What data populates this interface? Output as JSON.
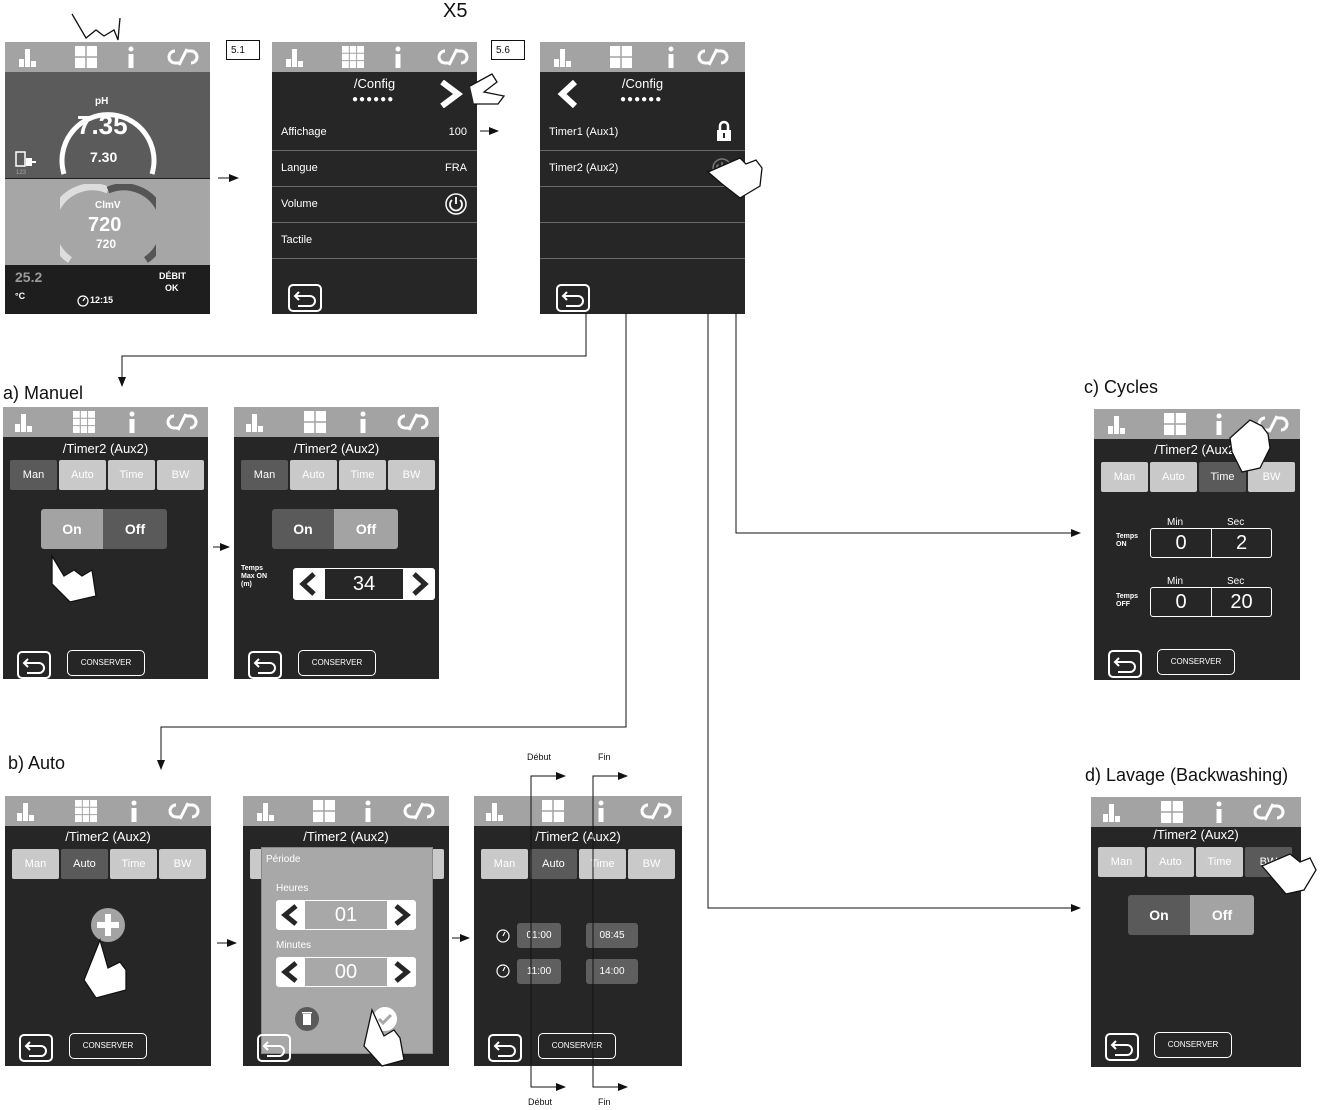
{
  "header": {
    "x5_label": "X5",
    "box_51": "5.1",
    "box_56": "5.6"
  },
  "main_screen": {
    "ph_label": "pH",
    "ph_value": "7.35",
    "ph_target": "7.30",
    "pump_count": "123",
    "clmv_label": "ClmV",
    "clmv_value": "720",
    "clmv_target": "720",
    "temp_value": "25.2",
    "temp_unit": "°C",
    "flow_label_1": "DÉBIT",
    "flow_label_2": "OK",
    "time": "12:15"
  },
  "config1": {
    "title": "/Config",
    "rows": [
      {
        "key": "Affichage",
        "val": "100"
      },
      {
        "key": "Langue",
        "val": "FRA"
      },
      {
        "key": "Volume",
        "val": ""
      },
      {
        "key": "Tactile",
        "val": ""
      }
    ]
  },
  "config2": {
    "title": "/Config",
    "rows": [
      {
        "key": "Timer1 (Aux1)"
      },
      {
        "key": "Timer2 (Aux2)"
      }
    ]
  },
  "sections": {
    "manuel": "a) Manuel",
    "auto": "b) Auto",
    "cycles": "c) Cycles",
    "lavage": "d) Lavage (Backwashing)"
  },
  "timer": {
    "title": "/Timer2 (Aux2)",
    "tabs": [
      "Man",
      "Auto",
      "Time",
      "BW"
    ],
    "on": "On",
    "off": "Off",
    "conserver": "CONSERVER",
    "temps_max_on": [
      "Temps",
      "Max ON",
      "(m)"
    ],
    "max_on_value": "34"
  },
  "cycles": {
    "min": "Min",
    "sec": "Sec",
    "temps_on": [
      "Temps",
      "ON"
    ],
    "temps_off": [
      "Temps",
      "OFF"
    ],
    "on_min": "0",
    "on_sec": "2",
    "off_min": "0",
    "off_sec": "20"
  },
  "auto": {
    "periode": "Période",
    "heures": "Heures",
    "heures_value": "01",
    "minutes": "Minutes",
    "minutes_value": "00",
    "slots": [
      {
        "start": "01:00",
        "end": "08:45"
      },
      {
        "start": "11:00",
        "end": "14:00"
      }
    ],
    "debut": "Début",
    "fin": "Fin"
  }
}
